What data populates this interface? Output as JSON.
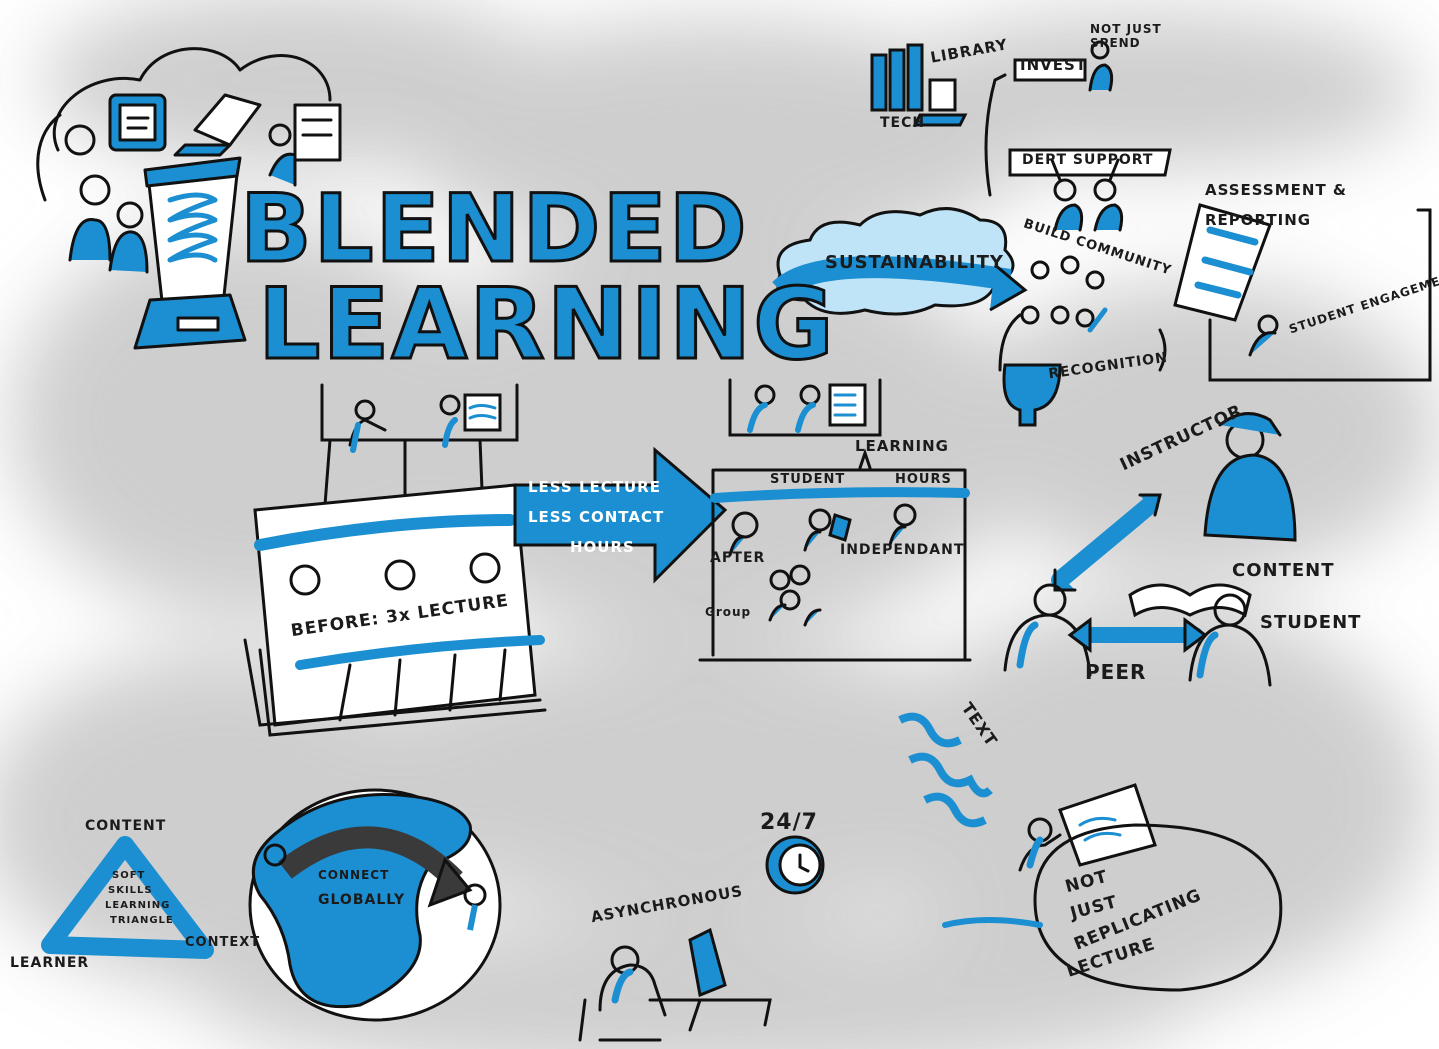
{
  "colors": {
    "accent": "#1b8fd1",
    "ink": "#111111",
    "haze": "#c8c8c8",
    "dark_arrow": "#3a3a3a"
  },
  "title": {
    "line1": "BLENDED",
    "line2": "LEARNING"
  },
  "top": {
    "library": "LIBRARY",
    "tech": "TECH",
    "invest": "INVEST",
    "not_just_spend": "NOT JUST SPEND"
  },
  "sustainability": {
    "cloud": "SUSTAINABILITY",
    "dept_support": "DEPT SUPPORT",
    "build_community": "BUILD COMMUNITY",
    "recognition": "RECOGNITION",
    "assessment": "ASSESSMENT & REPORTING",
    "student_engagement": "STUDENT ENGAGEMENT"
  },
  "before": {
    "caption": "BEFORE: 3x LECTURE"
  },
  "shift_arrow": {
    "line1": "LESS LECTURE",
    "line2": "LESS CONTACT",
    "line3": "HOURS"
  },
  "after": {
    "learning": "LEARNING",
    "student": "STUDENT",
    "hours": "HOURS",
    "after": "AFTER",
    "independent": "INDEPENDANT",
    "group": "Group"
  },
  "interaction": {
    "instructor": "INSTRUCTOR",
    "content": "CONTENT",
    "student": "STUDENT",
    "peer": "PEER"
  },
  "text_label": "TEXT",
  "not_just": {
    "line1": "NOT",
    "line2": "JUST",
    "line3": "REPLICATING",
    "line4": "LECTURE"
  },
  "triangle": {
    "content": "CONTENT",
    "learner": "LEARNER",
    "context": "CONTEXT",
    "inner1": "SOFT",
    "inner2": "SKILLS",
    "inner3": "LEARNING",
    "inner4": "TRIANGLE"
  },
  "globe": {
    "line1": "CONNECT",
    "line2": "GLOBALLY"
  },
  "async": {
    "clock": "24/7",
    "label": "ASYNCHRONOUS"
  }
}
